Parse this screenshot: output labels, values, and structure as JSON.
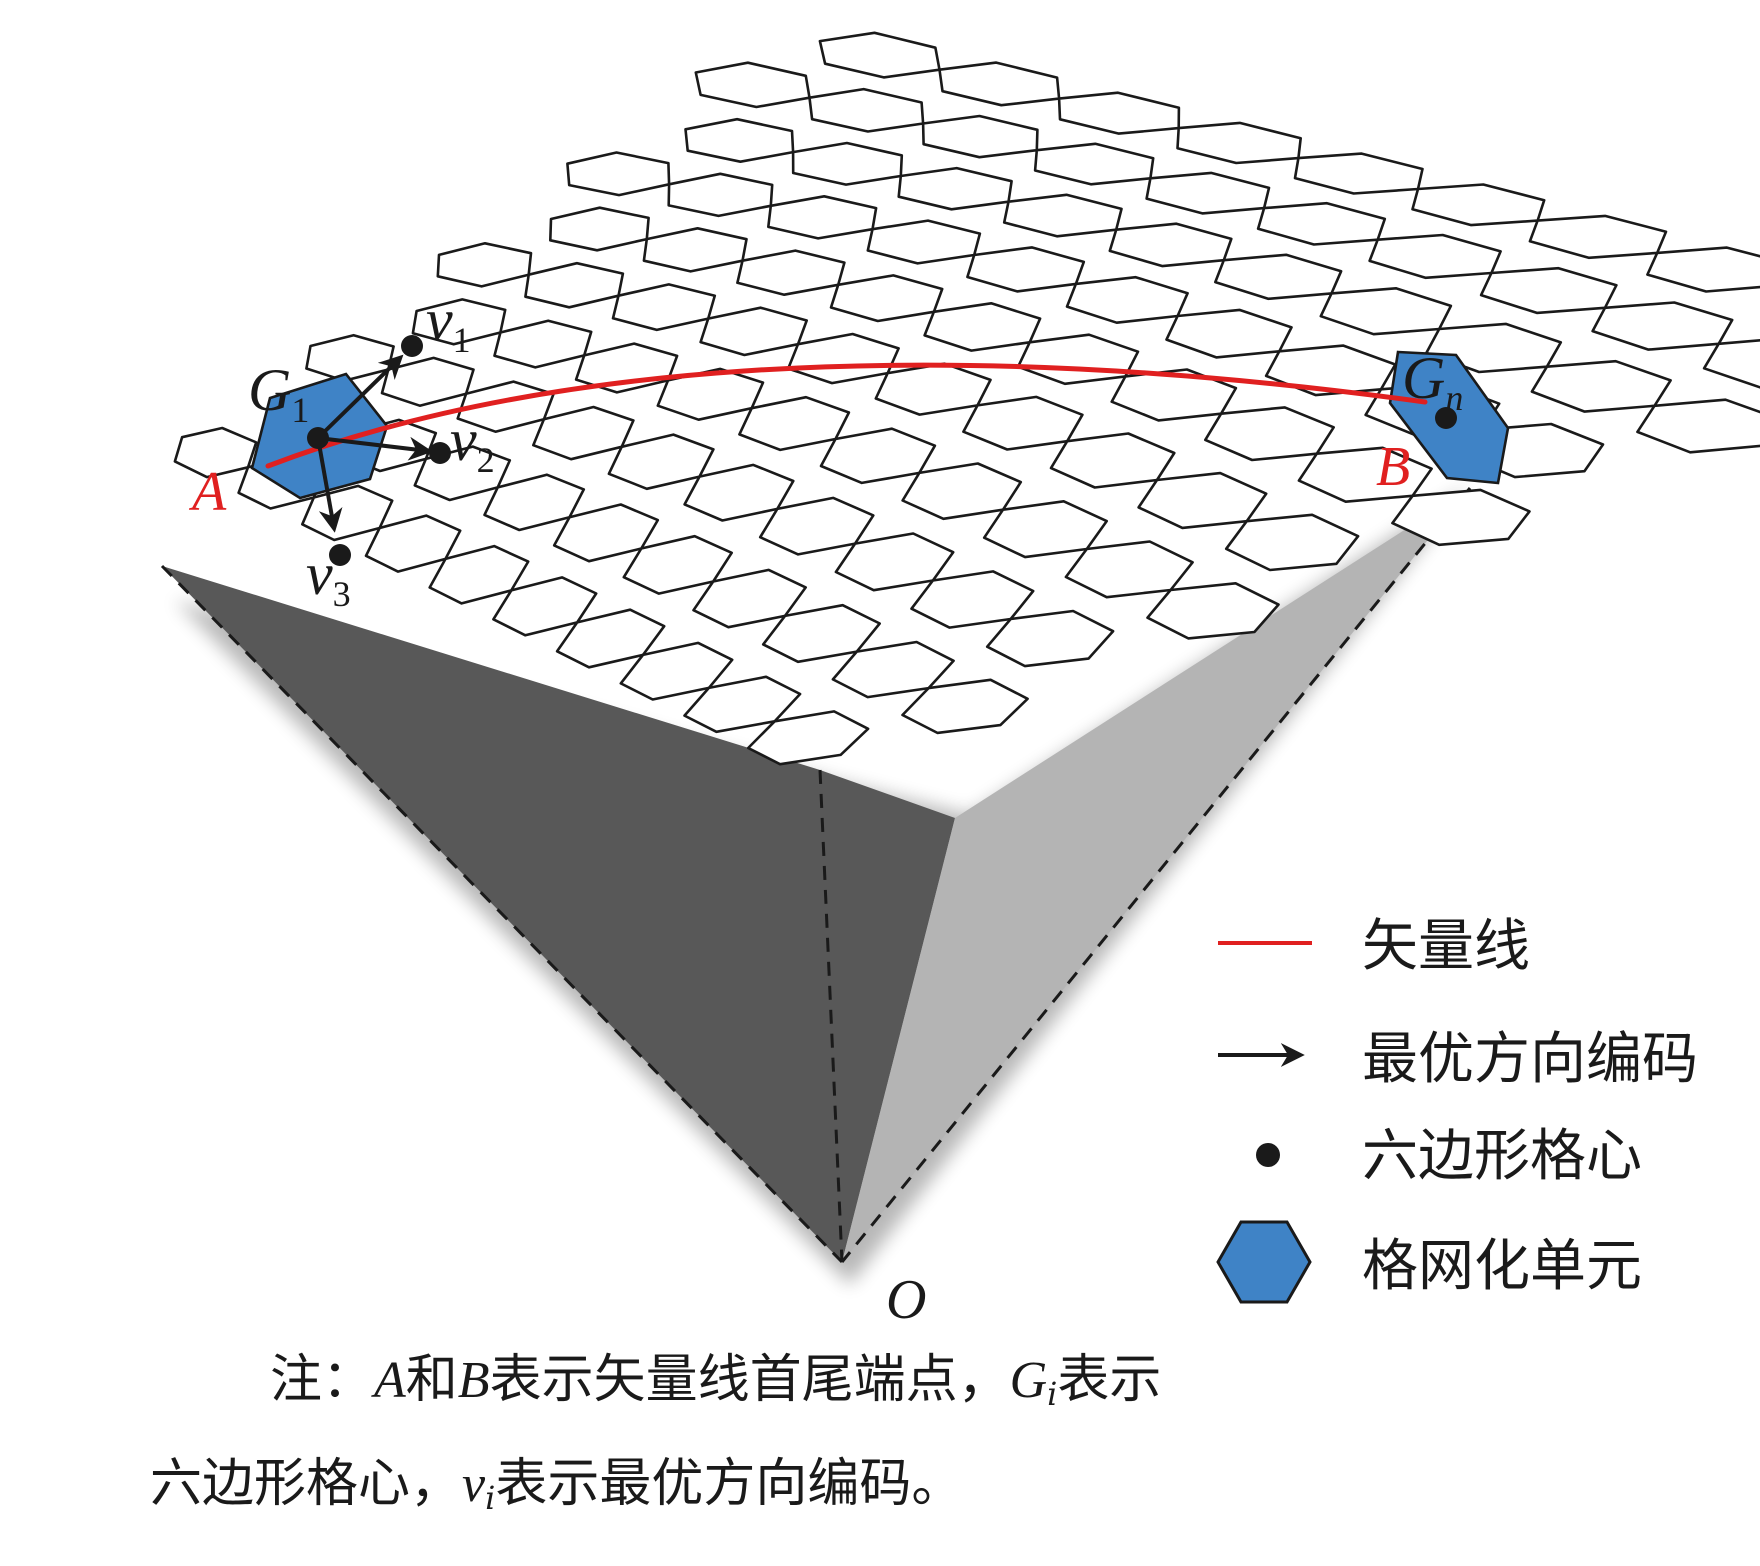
{
  "labels": {
    "point_a": "A",
    "point_b": "B",
    "origin": "O",
    "cell_start": "G",
    "cell_start_sub": "1",
    "cell_end": "G",
    "cell_end_sub": "n",
    "v1": "v",
    "v1_sub": "1",
    "v2": "v",
    "v2_sub": "2",
    "v3": "v",
    "v3_sub": "3"
  },
  "legend": {
    "vector_line": "矢量线",
    "direction_code": "最优方向编码",
    "hex_center": "六边形格心",
    "grid_cell": "格网化单元"
  },
  "note": {
    "prefix": "注：",
    "a": "A",
    "and": "和",
    "b": "B",
    "text1": "表示矢量线首尾端点，",
    "g": "G",
    "g_sub": "i",
    "text2": "表示",
    "text3": "六边形格心，",
    "v": "v",
    "v_sub": "i",
    "text4": "表示最优方向编码。"
  },
  "colors": {
    "vector_line": "#e02020",
    "grid_cell": "#3f83c6",
    "left_face": "#585858",
    "right_face": "#b4b4b4",
    "label_red": "#e02020"
  }
}
